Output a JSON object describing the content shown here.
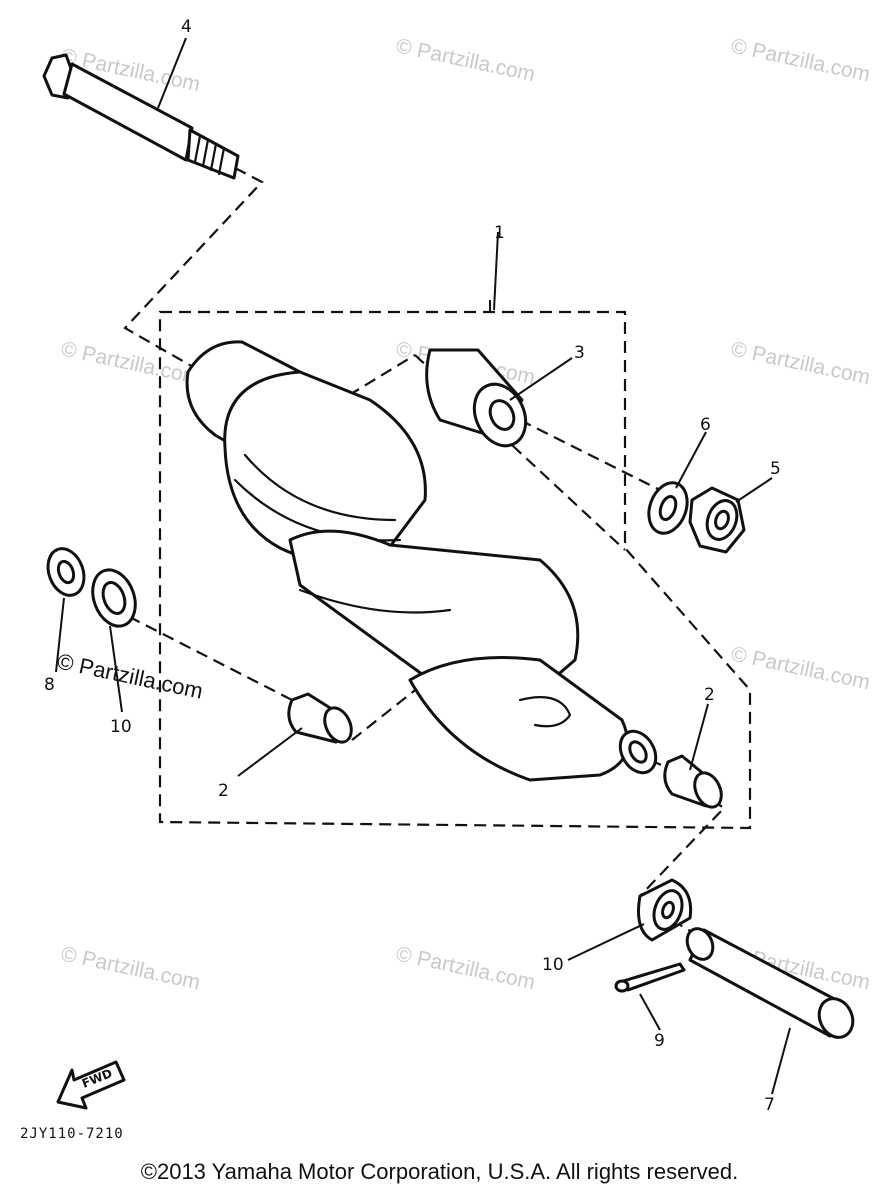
{
  "watermark": "© Partzilla.com",
  "callouts": {
    "c1": "1",
    "c2a": "2",
    "c2b": "2",
    "c3": "3",
    "c4": "4",
    "c5": "5",
    "c6": "6",
    "c7": "7",
    "c8": "8",
    "c9": "9",
    "c10a": "10",
    "c10b": "10"
  },
  "fwd_label": "FWD",
  "diagram_code": "2JY110-7210",
  "copyright": "©2013 Yamaha Motor Corporation, U.S.A. All rights reserved."
}
